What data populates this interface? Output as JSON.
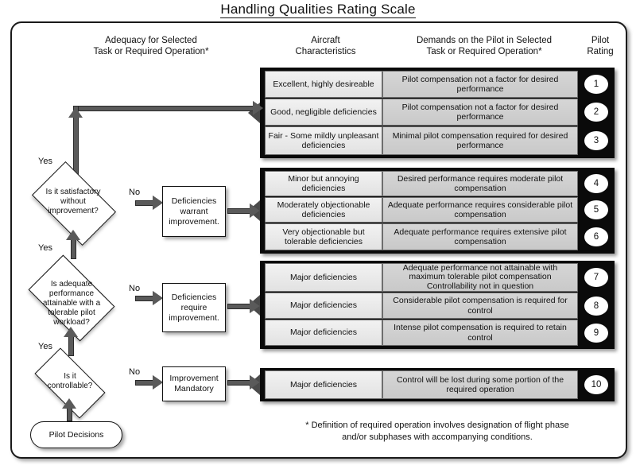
{
  "title": "Handling Qualities Rating Scale",
  "headers": {
    "adequacy": "Adequacy for Selected\nTask or Required  Operation*",
    "adequacy_l1": "Adequacy for Selected",
    "adequacy_l2": "Task or Required  Operation*",
    "aircraft_l1": "Aircraft",
    "aircraft_l2": "Characteristics",
    "demands_l1": "Demands on the Pilot in Selected",
    "demands_l2": "Task or Required Operation*",
    "rating_l1": "Pilot",
    "rating_l2": "Rating"
  },
  "groups": [
    {
      "id": "group-1-3",
      "rows": [
        {
          "aircraft": "Excellent, highly desireable",
          "demands": "Pilot compensation not a factor for desired performance",
          "rating": "1"
        },
        {
          "aircraft": "Good, negligible deficiencies",
          "demands": "Pilot compensation not a factor for desired performance",
          "rating": "2"
        },
        {
          "aircraft": "Fair - Some mildly unpleasant deficiencies",
          "demands": "Minimal pilot compensation required for desired performance",
          "rating": "3"
        }
      ]
    },
    {
      "id": "group-4-6",
      "rows": [
        {
          "aircraft": "Minor but annoying deficiencies",
          "demands": "Desired performance requires moderate pilot compensation",
          "rating": "4"
        },
        {
          "aircraft": "Moderately objectionable deficiencies",
          "demands": "Adequate performance requires considerable pilot compensation",
          "rating": "5"
        },
        {
          "aircraft": "Very objectionable but tolerable deficiencies",
          "demands": "Adequate performance requires extensive pilot compensation",
          "rating": "6"
        }
      ]
    },
    {
      "id": "group-7-9",
      "rows": [
        {
          "aircraft": "Major deficiencies",
          "demands": "Adequate performance not attainable with maximum tolerable pilot compensation Controllability not in question",
          "rating": "7"
        },
        {
          "aircraft": "Major deficiencies",
          "demands": "Considerable pilot compensation is required for control",
          "rating": "8"
        },
        {
          "aircraft": "Major deficiencies",
          "demands": "Intense pilot compensation is required to retain control",
          "rating": "9"
        }
      ]
    },
    {
      "id": "group-10",
      "rows": [
        {
          "aircraft": "Major deficiencies",
          "demands": "Control will be lost during some portion of the required operation",
          "rating": "10"
        }
      ]
    }
  ],
  "flow": {
    "decisions": [
      {
        "id": "decision-satisfactory",
        "label": "Is it satisfactory\nwithout\nimprovement?",
        "l1": "Is it satisfactory",
        "l2": "without",
        "l3": "improvement?",
        "yes": "Yes",
        "no": "No"
      },
      {
        "id": "decision-adequate-performance",
        "label": "Is adequate\nperformance\nattainable with a\ntolerable pilot\nworkload?",
        "l1": "Is adequate",
        "l2": "performance",
        "l3": "attainable with a",
        "l4": "tolerable pilot",
        "l5": "workload?",
        "yes": "Yes",
        "no": "No"
      },
      {
        "id": "decision-controllable",
        "label": "Is it\ncontrollable?",
        "l1": "Is it",
        "l2": "controllable?",
        "yes": "Yes",
        "no": "No"
      }
    ],
    "process_boxes": [
      {
        "id": "deficiencies-warrant-improvement",
        "l1": "Deficiencies",
        "l2": "warrant",
        "l3": "improvement."
      },
      {
        "id": "deficiencies-require-improvement",
        "l1": "Deficiencies",
        "l2": "require",
        "l3": "improvement."
      },
      {
        "id": "improvement-mandatory",
        "l1": "Improvement",
        "l2": "Mandatory"
      }
    ],
    "start": "Pilot Decisions",
    "yes_top": "Yes",
    "yes_mid": "Yes",
    "yes_bottom": "Yes"
  },
  "footnote_l1": "* Definition of required operation involves designation of flight phase",
  "footnote_l2": "and/or subphases with accompanying conditions.",
  "colors": {
    "frame": "#1a1a1a",
    "group_block": "#0a0a0a",
    "aircraft_cell": "#eaeaea",
    "demands_cell": "#cfcfcf",
    "arrow": "#5a5a5a"
  }
}
